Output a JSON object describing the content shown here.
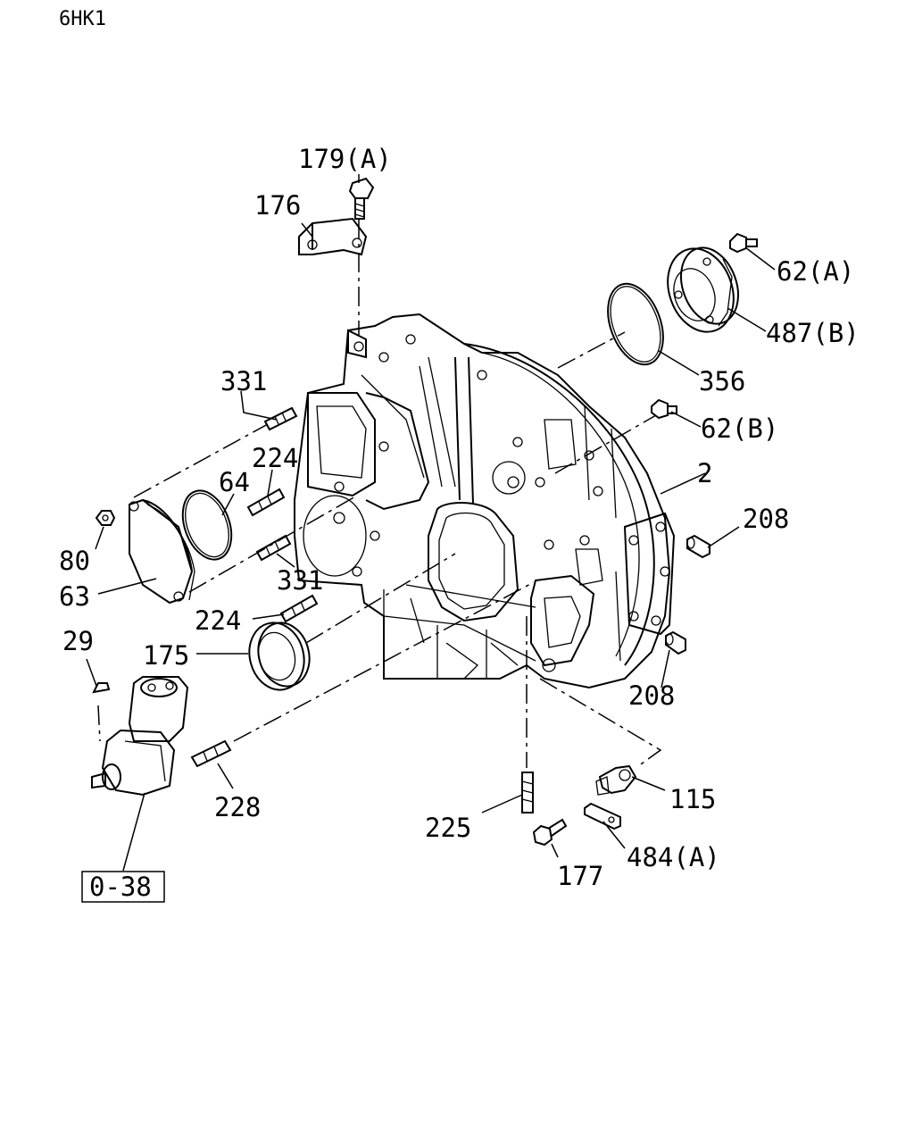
{
  "diagram": {
    "model_code": "6HK1",
    "reference_box": "0-38",
    "callouts": {
      "c179a": "179(A)",
      "c176": "176",
      "c62a": "62(A)",
      "c487b": "487(B)",
      "c356": "356",
      "c62b": "62(B)",
      "c331_top": "331",
      "c224_top": "224",
      "c64": "64",
      "c2": "2",
      "c208_top": "208",
      "c80": "80",
      "c63": "63",
      "c331_mid": "331",
      "c224_mid": "224",
      "c29": "29",
      "c175": "175",
      "c208_bot": "208",
      "c115": "115",
      "c228": "228",
      "c225": "225",
      "c484a": "484(A)",
      "c177": "177"
    }
  }
}
